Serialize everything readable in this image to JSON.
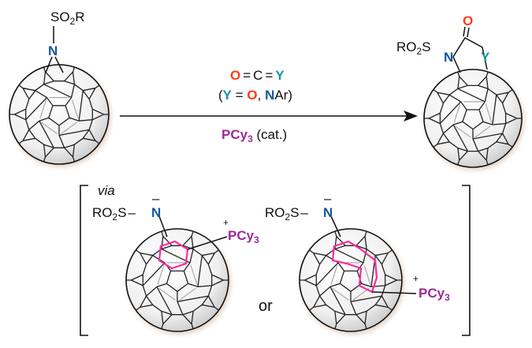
{
  "colors": {
    "oxygen": "#ff3b14",
    "y_atom": "#16969a",
    "nitrogen": "#11579e",
    "phosphorus": "#9a2b99",
    "highlight": "#ff2aa0"
  },
  "reactant": {
    "sulfonyl": "SO",
    "sulfonyl_sub": "2",
    "sulfonyl_r": "R",
    "nitrogen": "N"
  },
  "reagent": {
    "o": "O",
    "c": "C",
    "y": "Y",
    "eq1": "=",
    "eq2": "=",
    "paren_open": "(",
    "y2": "Y",
    "equals": " = ",
    "o2": "O",
    "comma": ", ",
    "n": "N",
    "ar": "Ar",
    "paren_close": ")"
  },
  "catalyst": {
    "p": "PCy",
    "p_sub": "3",
    "cat": " (cat.)"
  },
  "product": {
    "ro2s": "RO",
    "ro2s_sub": "2",
    "ro2s_s": "S",
    "n": "N",
    "o": "O",
    "y": "Y"
  },
  "intermediates": {
    "via": "via",
    "or": "or",
    "left": {
      "ro2s": "RO",
      "sub": "2",
      "s": "S",
      "n": "N",
      "charge_n": "–",
      "p": "PCy",
      "p_sub": "3",
      "charge_p": "+"
    },
    "right": {
      "ro2s": "RO",
      "sub": "2",
      "s": "S",
      "n": "N",
      "charge_n": "–",
      "p": "PCy",
      "p_sub": "3",
      "charge_p": "+"
    }
  }
}
